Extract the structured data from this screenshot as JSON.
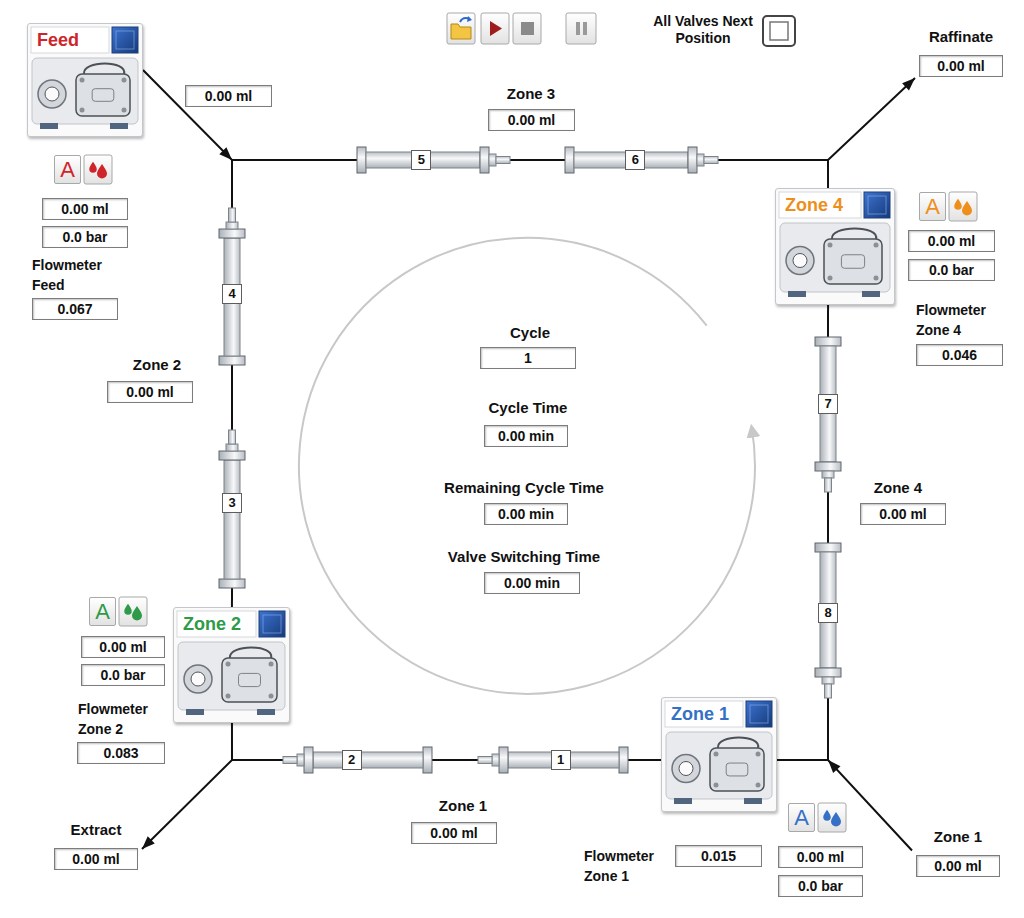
{
  "diagram": {
    "nodes": [
      {
        "text": [
          "Feed"
        ]
      },
      {
        "text": [
          "Raffinate",
          "0.00 ml"
        ]
      },
      {
        "text": [
          "5"
        ]
      },
      {
        "text": [
          "6"
        ]
      },
      {
        "text": [
          "Zone 4"
        ]
      },
      {
        "text": [
          "4"
        ]
      },
      {
        "text": [
          "7"
        ]
      },
      {
        "text": [
          "3"
        ]
      },
      {
        "text": [
          "8"
        ]
      },
      {
        "text": [
          "Zone 2"
        ]
      },
      {
        "text": [
          "2"
        ]
      },
      {
        "text": [
          "1"
        ]
      },
      {
        "text": [
          "Zone 1"
        ]
      },
      {
        "text": [
          "Extract",
          "0.00 ml"
        ]
      },
      {
        "text": [
          "Zone 1",
          "0.00 ml"
        ]
      }
    ],
    "edges": [
      {
        "from": 12,
        "to": 11,
        "arrow": "none"
      },
      {
        "from": 11,
        "to": 10,
        "arrow": "none"
      },
      {
        "from": 10,
        "to": 9,
        "arrow": "none"
      },
      {
        "from": 10,
        "to": 13,
        "arrow": "to"
      },
      {
        "from": 9,
        "to": 7,
        "arrow": "none"
      },
      {
        "from": 7,
        "to": 5,
        "arrow": "none"
      },
      {
        "from": 5,
        "to": 2,
        "arrow": "none"
      },
      {
        "from": 0,
        "to": 2,
        "arrow": "to"
      },
      {
        "from": 2,
        "to": 3,
        "arrow": "none"
      },
      {
        "from": 3,
        "to": 4,
        "arrow": "none"
      },
      {
        "from": 3,
        "to": 1,
        "arrow": "to"
      },
      {
        "from": 4,
        "to": 6,
        "arrow": "none"
      },
      {
        "from": 6,
        "to": 8,
        "arrow": "none"
      },
      {
        "from": 8,
        "to": 12,
        "arrow": "none"
      },
      {
        "from": 14,
        "to": 12,
        "arrow": "to"
      }
    ],
    "labels": [
      "0.00 ml",
      "All Valves Next Position",
      "Zone 3",
      "0.00 ml",
      "A",
      "0.00 ml",
      "0.0 bar",
      "Flowmeter Feed",
      "0.067",
      "A",
      "0.00 ml",
      "0.0 bar",
      "Flowmeter Zone 4",
      "0.046",
      "Zone 2",
      "0.00 ml",
      "Cycle",
      "1",
      "Cycle Time",
      "0.00 min",
      "Remaining Cycle Time",
      "0.00 min",
      "Valve Switching Time",
      "0.00 min",
      "Zone 4",
      "0.00 ml",
      "A",
      "0.00 ml",
      "0.0 bar",
      "Flowmeter Zone 2",
      "0.083",
      "Zone 1",
      "0.00 ml",
      "Flowmeter Zone 1",
      "0.015",
      "A",
      "0.00 ml",
      "0.0 bar"
    ]
  }
}
